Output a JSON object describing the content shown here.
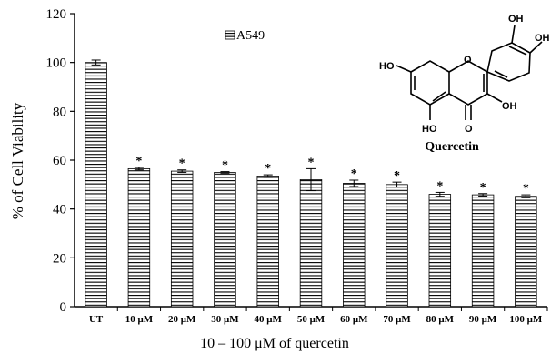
{
  "chart_data": {
    "type": "bar",
    "categories": [
      "UT",
      "10 μM",
      "20 μM",
      "30 μM",
      "40 μM",
      "50 μM",
      "60 μM",
      "70 μM",
      "80 μM",
      "90 μM",
      "100 μM"
    ],
    "series": [
      {
        "name": "A549",
        "values": [
          100,
          56.5,
          55.5,
          55,
          53.5,
          52,
          50.5,
          50,
          46,
          45.8,
          45.2
        ],
        "errors": [
          1,
          0.5,
          0.5,
          0.3,
          0.5,
          4.5,
          1.3,
          1,
          0.8,
          0.5,
          0.6
        ],
        "significance": [
          "",
          "*",
          "*",
          "*",
          "*",
          "*",
          "*",
          "*",
          "*",
          "*",
          "*"
        ]
      }
    ],
    "ylim": [
      0,
      120
    ],
    "yticks": [
      0,
      20,
      40,
      60,
      80,
      100,
      120
    ],
    "ytick_labels": [
      "0",
      "20",
      "40",
      "60",
      "80",
      "100",
      "120"
    ],
    "ylabel": "% of Cell Viability",
    "xlabel": "10 – 100 μM of quercetin",
    "legend": {
      "placement": "top-center",
      "entries": [
        "A549"
      ]
    },
    "grid": false,
    "bar_pattern": "horizontal-lines"
  },
  "inset": {
    "title": "Quercetin",
    "atom_labels": {
      "oh_top_1": "OH",
      "oh_top_2": "OH",
      "ho_left": "HO",
      "ring_o": "O",
      "oh_right": "OH",
      "ho_bottom": "HO",
      "keto_o": "O"
    }
  }
}
